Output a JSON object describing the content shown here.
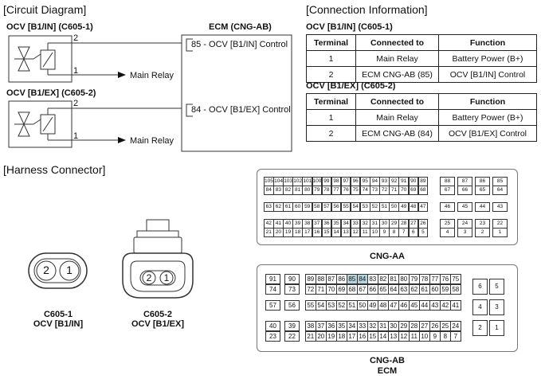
{
  "circuit": {
    "title": "[Circuit Diagram]",
    "c1_label": "OCV [B1/IN] (C605-1)",
    "c2_label": "OCV [B1/EX] (C605-2)",
    "pin2": "2",
    "pin1": "1",
    "main_relay": "Main Relay",
    "ecm_title": "ECM (CNG-AB)",
    "ecm_pin1": "85 - OCV [B1/IN] Control",
    "ecm_pin2": "84 - OCV [B1/EX] Control"
  },
  "connection": {
    "title": "[Connection Information]",
    "tables": [
      {
        "label": "OCV [B1/IN] (C605-1)",
        "headers": [
          "Terminal",
          "Connected to",
          "Function"
        ],
        "rows": [
          [
            "1",
            "Main Relay",
            "Battery Power (B+)"
          ],
          [
            "2",
            "ECM CNG-AB (85)",
            "OCV [B1/IN] Control"
          ]
        ]
      },
      {
        "label": "OCV [B1/EX] (C605-2)",
        "headers": [
          "Terminal",
          "Connected to",
          "Function"
        ],
        "rows": [
          [
            "1",
            "Main Relay",
            "Battery Power (B+)"
          ],
          [
            "2",
            "ECM CNG-AB (84)",
            "OCV [B1/EX] Control"
          ]
        ]
      }
    ]
  },
  "harness": {
    "title": "[Harness Connector]",
    "c1_pin2": "2",
    "c1_pin1": "1",
    "c1_name": "C605-1",
    "c1_desc": "OCV [B1/IN]",
    "c2_pin2": "2",
    "c2_pin1": "1",
    "c2_name": "C605-2",
    "c2_desc": "OCV [B1/EX]",
    "aa_name": "CNG-AA",
    "ab_name": "CNG-AB",
    "ab_desc": "ECM"
  },
  "highlight_color": "#b6d3dc",
  "aa_main_rows": [
    [
      "105",
      "104",
      "103",
      "102",
      "101",
      "100",
      "99",
      "98",
      "97",
      "96",
      "95",
      "94",
      "93",
      "92",
      "91",
      "90",
      "89"
    ],
    [
      "84",
      "83",
      "82",
      "81",
      "80",
      "79",
      "78",
      "77",
      "76",
      "75",
      "74",
      "73",
      "72",
      "71",
      "70",
      "69",
      "68"
    ],
    [
      "63",
      "62",
      "61",
      "60",
      "59",
      "58",
      "57",
      "56",
      "55",
      "54",
      "53",
      "52",
      "51",
      "50",
      "49",
      "48",
      "47"
    ],
    [
      "42",
      "41",
      "40",
      "39",
      "38",
      "37",
      "36",
      "35",
      "34",
      "33",
      "32",
      "31",
      "30",
      "29",
      "28",
      "27",
      "26"
    ],
    [
      "21",
      "20",
      "19",
      "18",
      "17",
      "16",
      "15",
      "14",
      "13",
      "12",
      "11",
      "10",
      "9",
      "8",
      "7",
      "6",
      "5"
    ]
  ],
  "aa_right_rows": [
    [
      "88",
      "87",
      "86",
      "85"
    ],
    [
      "67",
      "66",
      "65",
      "64"
    ],
    [
      "46",
      "45",
      "44",
      "43"
    ],
    [
      "25",
      "24",
      "23",
      "22"
    ],
    [
      "4",
      "3",
      "2",
      "1"
    ]
  ],
  "ab_left_rows": [
    [
      "91",
      "90"
    ],
    [
      "74",
      "73"
    ],
    [
      "57",
      "56"
    ],
    [
      "40",
      "39"
    ],
    [
      "23",
      "22"
    ]
  ],
  "ab_main_rows": [
    [
      "89",
      "88",
      "87",
      "86",
      "85",
      "84",
      "83",
      "82",
      "81",
      "80",
      "79",
      "78",
      "77",
      "76",
      "75"
    ],
    [
      "72",
      "71",
      "70",
      "69",
      "68",
      "67",
      "66",
      "65",
      "64",
      "63",
      "62",
      "61",
      "60",
      "59",
      "58"
    ],
    [
      "55",
      "54",
      "53",
      "52",
      "51",
      "50",
      "49",
      "48",
      "47",
      "46",
      "45",
      "44",
      "43",
      "42",
      "41"
    ],
    [
      "38",
      "37",
      "36",
      "35",
      "34",
      "33",
      "32",
      "31",
      "30",
      "29",
      "28",
      "27",
      "26",
      "25",
      "24"
    ],
    [
      "21",
      "20",
      "19",
      "18",
      "17",
      "16",
      "15",
      "14",
      "13",
      "12",
      "11",
      "10",
      "9",
      "8",
      "7"
    ]
  ],
  "ab_right_rows": [
    [
      "6",
      "5"
    ],
    [
      "4",
      "3"
    ],
    [
      "2",
      "1"
    ]
  ],
  "ab_highlight": [
    "85",
    "84"
  ]
}
